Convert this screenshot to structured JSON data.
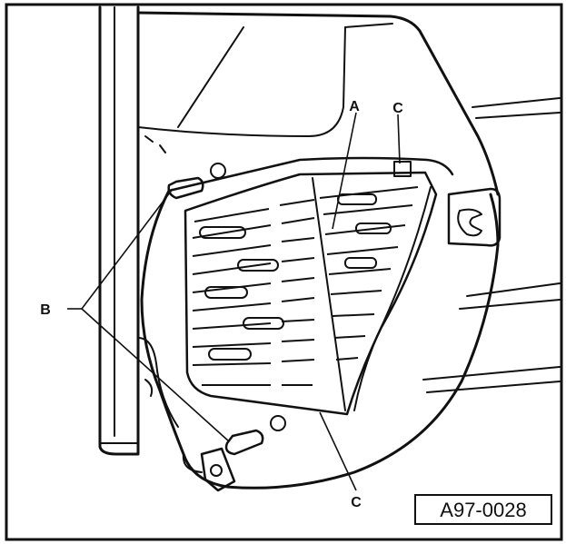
{
  "labels": {
    "filter": "A",
    "screws": "B",
    "clip_top": "C",
    "clip_bottom": "C"
  },
  "reference_number": "A97-0028"
}
